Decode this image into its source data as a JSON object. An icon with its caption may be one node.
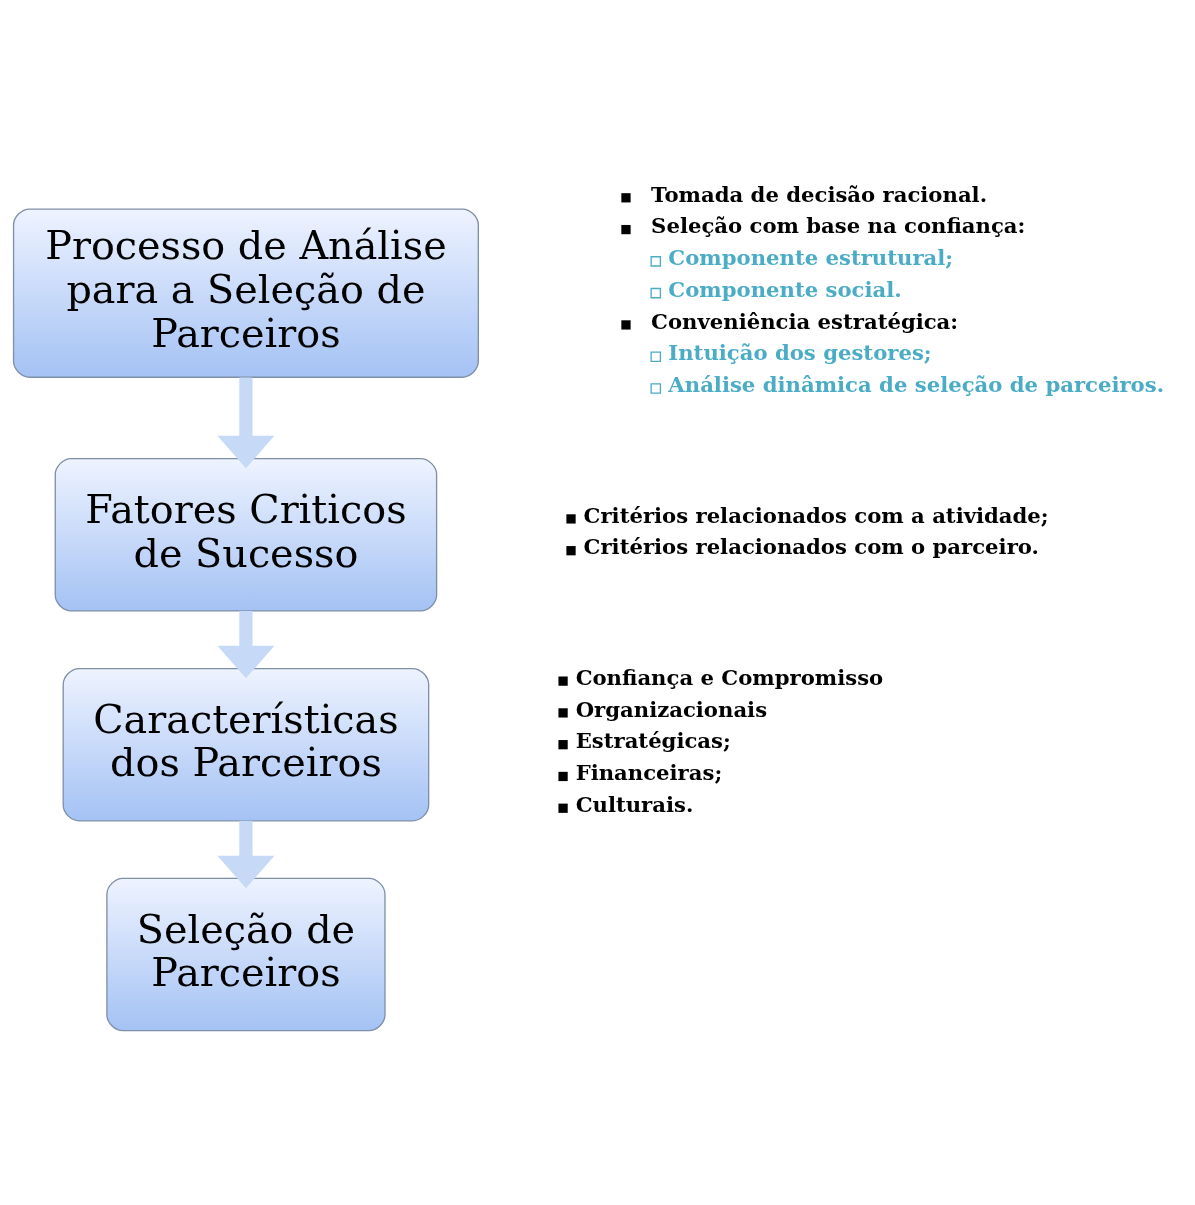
{
  "diagram": {
    "nodes": [
      {
        "text": [
          "Processo de Análise para a Seleção de Parceiros"
        ],
        "beside": [
          "Tomada de decisão racional.",
          "Seleção com base na confiança:",
          "Componente estrutural;",
          "Componente social.",
          "Conveniência estratégica:",
          "Intuição dos gestores;",
          "Análise dinâmica de seleção de parceiros."
        ]
      },
      {
        "text": [
          "Fatores Criticos de Sucesso"
        ],
        "beside": [
          "Critérios relacionados com a atividade;",
          "Critérios relacionados com o parceiro."
        ]
      },
      {
        "text": [
          "Características dos Parceiros"
        ],
        "beside": [
          "Confiança e Compromisso",
          "Organizacionais",
          "Estratégicas;",
          "Financeiras;",
          "Culturais."
        ]
      },
      {
        "text": [
          "Seleção de Parceiros"
        ]
      }
    ],
    "edges": [
      {
        "from": 0,
        "to": 1,
        "arrow": "to"
      },
      {
        "from": 1,
        "to": 2,
        "arrow": "to"
      },
      {
        "from": 2,
        "to": 3,
        "arrow": "to"
      }
    ]
  }
}
